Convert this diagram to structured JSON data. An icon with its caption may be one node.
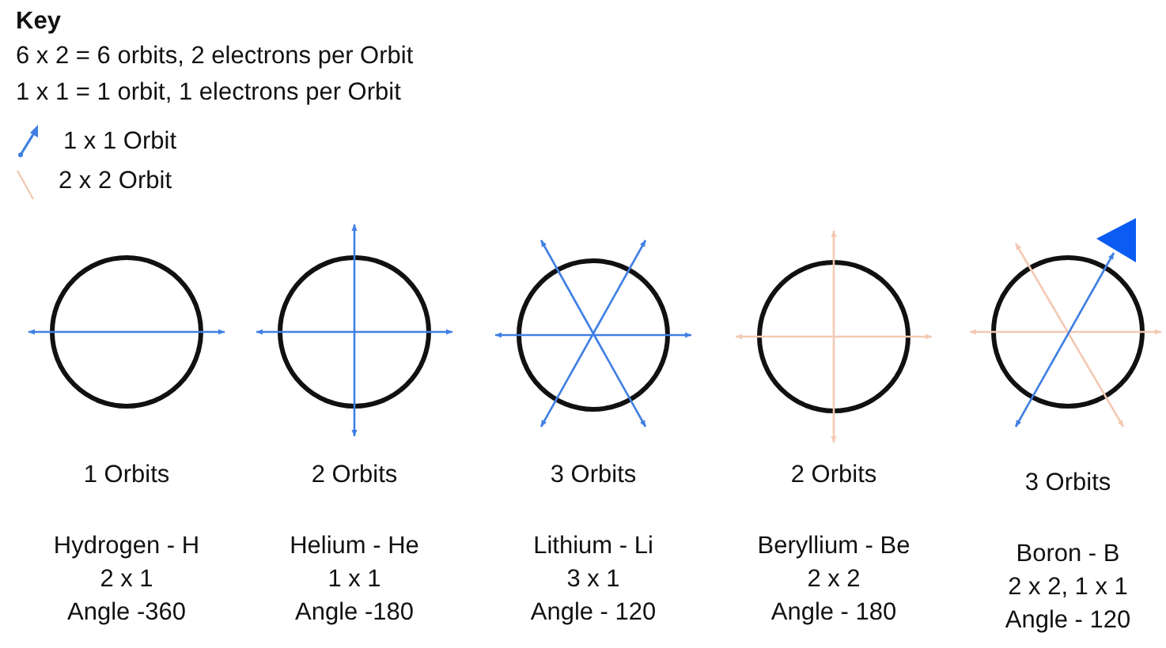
{
  "diagram": {
    "nodes": [
      {
        "text": [],
        "shape": "circle",
        "beside": [
          "1 Orbits",
          "Hydrogen - H",
          "2 x 1",
          "Angle -360"
        ]
      },
      {
        "text": [],
        "shape": "circle",
        "beside": [
          "2 Orbits",
          "Helium - He",
          "1 x 1",
          "Angle -180"
        ]
      },
      {
        "text": [],
        "shape": "circle",
        "beside": [
          "3 Orbits",
          "Lithium - Li",
          "3 x 1",
          "Angle - 120"
        ]
      },
      {
        "text": [],
        "shape": "circle",
        "beside": [
          "2 Orbits",
          "Beryllium - Be",
          "2 x 2",
          "Angle - 180"
        ]
      },
      {
        "text": [],
        "shape": "circle",
        "beside": [
          "3 Orbits",
          "Boron - B",
          "2 x 2, 1 x 1",
          "Angle - 120"
        ]
      }
    ],
    "labels": [
      "Key",
      "6 x 2 = 6 orbits, 2 electrons per Orbit",
      "1 x 1 = 1 orbit, 1 electrons per Orbit"
    ],
    "legend": [
      {
        "text": "1 x 1 Orbit"
      },
      {
        "text": "2 x 2 Orbit"
      }
    ]
  }
}
